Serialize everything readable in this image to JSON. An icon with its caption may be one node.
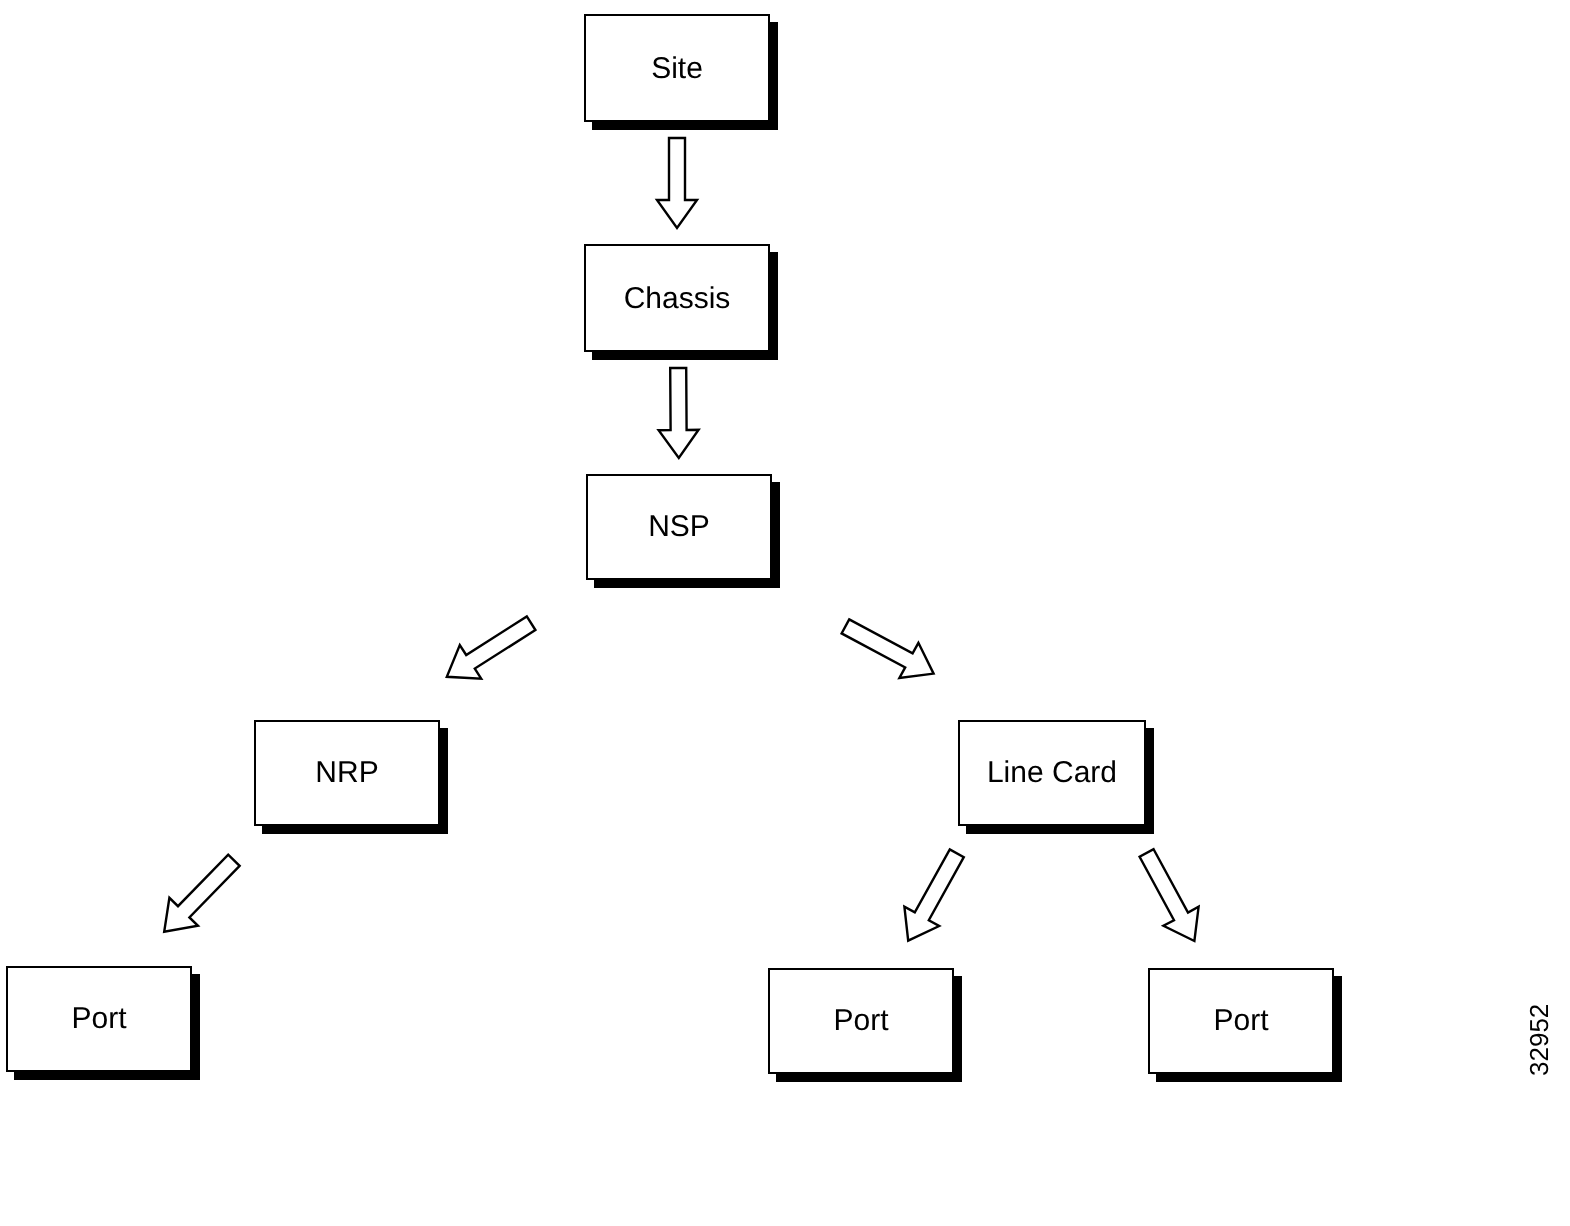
{
  "diagram": {
    "nodes": [
      {
        "text": [
          "Site"
        ]
      },
      {
        "text": [
          "Chassis"
        ]
      },
      {
        "text": [
          "NSP"
        ]
      },
      {
        "text": [
          "NRP"
        ]
      },
      {
        "text": [
          "Line Card"
        ]
      },
      {
        "text": [
          "Port"
        ]
      },
      {
        "text": [
          "Port"
        ]
      },
      {
        "text": [
          "Port"
        ]
      }
    ],
    "edges": [
      {
        "from": 0,
        "to": 1,
        "arrow": "to"
      },
      {
        "from": 1,
        "to": 2,
        "arrow": "to"
      },
      {
        "from": 2,
        "to": 3,
        "arrow": "to"
      },
      {
        "from": 2,
        "to": 4,
        "arrow": "to"
      },
      {
        "from": 3,
        "to": 5,
        "arrow": "to"
      },
      {
        "from": 4,
        "to": 6,
        "arrow": "to"
      },
      {
        "from": 4,
        "to": 7,
        "arrow": "to"
      }
    ],
    "labels": [
      "32952"
    ]
  }
}
